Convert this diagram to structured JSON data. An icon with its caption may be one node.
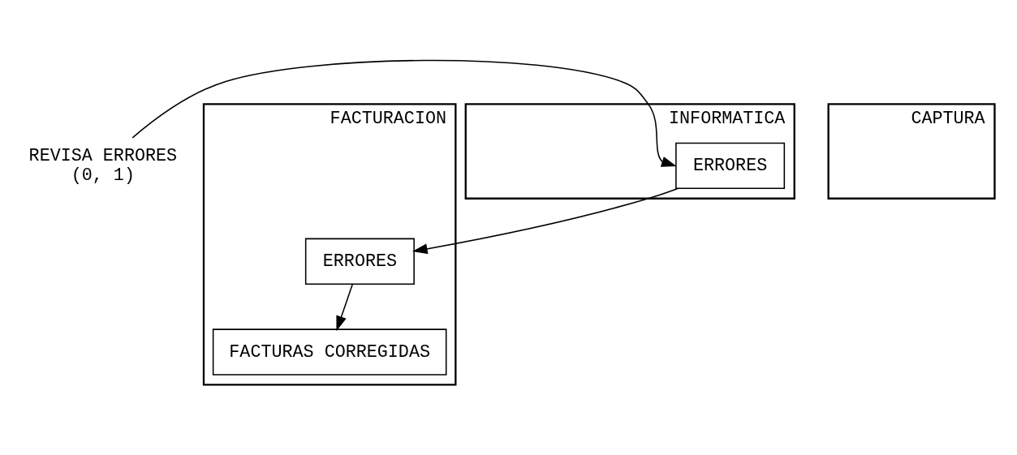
{
  "diagram": {
    "nodes": [
      {
        "text": [
          "FACTURACION"
        ]
      },
      {
        "text": [
          "CAPTURA"
        ]
      },
      {
        "text": [
          "INFORMATICA"
        ]
      },
      {
        "text": [
          "REVISA ERRORES",
          "(0, 1)"
        ]
      },
      {
        "text": [
          "ERRORES"
        ],
        "in": 2
      },
      {
        "text": [
          "ERRORES"
        ],
        "in": 0
      },
      {
        "text": [
          "FACTURAS CORREGIDAS"
        ],
        "in": 0
      }
    ],
    "edges": [
      {
        "from": 3,
        "to": 4,
        "arrow": "to"
      },
      {
        "from": 4,
        "to": 5,
        "arrow": "to"
      },
      {
        "from": 5,
        "to": 6,
        "arrow": "to"
      }
    ]
  }
}
